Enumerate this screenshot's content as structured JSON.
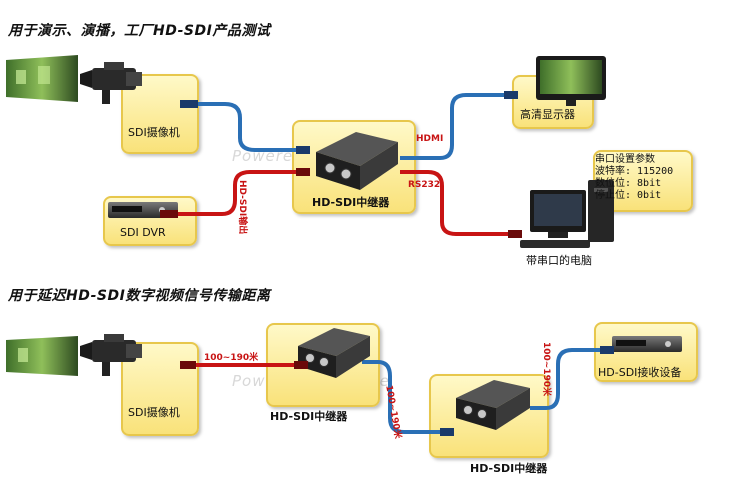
{
  "headings": {
    "top": "用于演示、演播，工厂HD-SDI产品测试",
    "bottom": "用于延迟HD-SDI数字视频信号传输距离"
  },
  "top_section": {
    "camera_label": "SDI摄像机",
    "dvr_label": "SDI DVR",
    "repeater_label": "HD-SDI中继器",
    "monitor_label": "高清显示器",
    "pc_label": "带串口的电脑",
    "hdmi_label": "HDMI",
    "rs232_label": "RS232",
    "sdi_out_label": "HD-SDI输出",
    "serial_params": [
      "串口设置参数",
      "波特率: 115200",
      "数位位: 8bit",
      "停止位: 0bit"
    ]
  },
  "bottom_section": {
    "camera_label": "SDI摄像机",
    "repeater1_label": "HD-SDI中继器",
    "repeater2_label": "HD-SDI中继器",
    "receiver_label": "HD-SDI接收设备",
    "distance1": "100~190米",
    "distance2": "100~190米",
    "distance3": "100~190米"
  },
  "watermark": "Powered by Fotree",
  "colors": {
    "blue_cable": "#2a6fb5",
    "red_cable": "#c81414",
    "box_fill": "#f9e27a",
    "box_border": "#e7c74c"
  }
}
